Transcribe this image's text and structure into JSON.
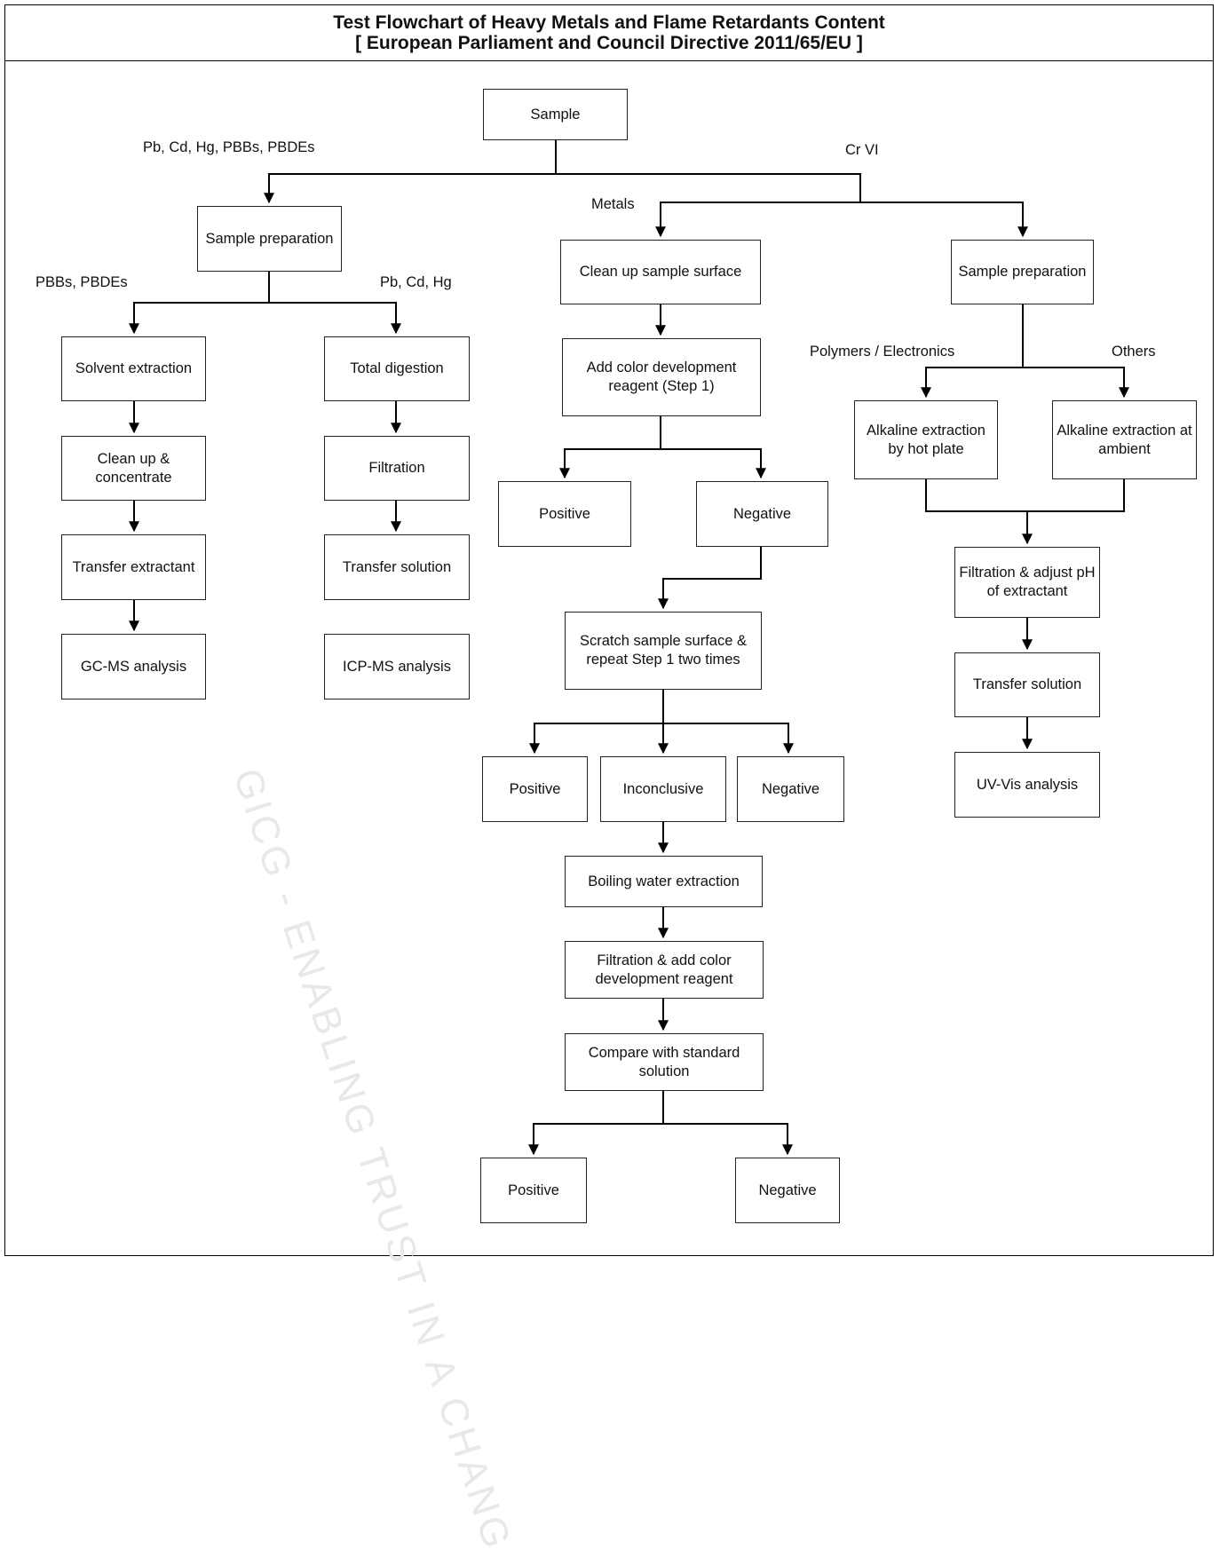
{
  "title": {
    "line1": "Test Flowchart of Heavy Metals and Flame Retardants Content",
    "line2": "[ European Parliament and Council Directive 2011/65/EU ]"
  },
  "watermark": "GICG - ENABLING TRUST IN A CHANG",
  "labels": {
    "left_branch": "Pb, Cd, Hg, PBBs, PBDEs",
    "right_branch": "Cr VI",
    "metals": "Metals",
    "pbbs": "PBBs, PBDEs",
    "pbcdhg": "Pb, Cd, Hg",
    "polymers": "Polymers / Electronics",
    "others": "Others"
  },
  "boxes": {
    "sample": "Sample",
    "prep_left": "Sample preparation",
    "solvent": "Solvent extraction",
    "cleanup_conc": "Clean up & concentrate",
    "transfer_extr": "Transfer extractant",
    "gcms": "GC-MS analysis",
    "total_dig": "Total digestion",
    "filtration": "Filtration",
    "transfer_sol_left": "Transfer solution",
    "icpms": "ICP-MS analysis",
    "clean_surface": "Clean up sample surface",
    "add_color": "Add color development reagent (Step 1)",
    "pos1": "Positive",
    "neg1": "Negative",
    "scratch": "Scratch sample surface & repeat Step 1 two times",
    "pos2": "Positive",
    "inconclusive": "Inconclusive",
    "neg2": "Negative",
    "boiling": "Boiling water extraction",
    "filt_add": "Filtration & add color development reagent",
    "compare": "Compare with standard solution",
    "pos3": "Positive",
    "neg3": "Negative",
    "prep_right": "Sample preparation",
    "alk_hot": "Alkaline extraction by hot plate",
    "alk_amb": "Alkaline extraction at ambient",
    "filt_ph": "Filtration & adjust pH of extractant",
    "transfer_sol_right": "Transfer solution",
    "uvvis": "UV-Vis analysis"
  }
}
